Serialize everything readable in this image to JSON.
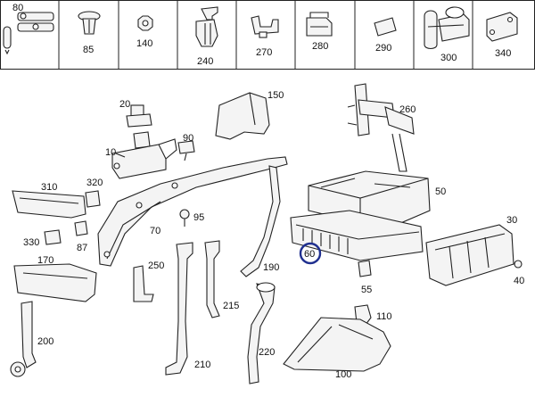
{
  "strip_items": [
    {
      "label": "80",
      "icon": "pipe-clip-strip-icon"
    },
    {
      "label": "85",
      "icon": "push-rivet-icon"
    },
    {
      "label": "140",
      "icon": "nut-icon"
    },
    {
      "label": "240",
      "icon": "expanding-clip-icon"
    },
    {
      "label": "270",
      "icon": "bracket-clip-icon"
    },
    {
      "label": "280",
      "icon": "edge-clip-icon"
    },
    {
      "label": "290",
      "icon": "foam-pad-icon"
    },
    {
      "label": "300",
      "icon": "seal-strip-icon"
    },
    {
      "label": "340",
      "icon": "cover-plate-icon"
    }
  ],
  "callouts": {
    "c20": "20",
    "c10": "10",
    "c90": "90",
    "c150": "150",
    "c260": "260",
    "c310": "310",
    "c320": "320",
    "c95": "95",
    "c50": "50",
    "c30": "30",
    "c330": "330",
    "c87": "87",
    "c70": "70",
    "c190": "190",
    "c60": "60",
    "c40": "40",
    "c55": "55",
    "c170": "170",
    "c250": "250",
    "c215": "215",
    "c110": "110",
    "c200": "200",
    "c210": "210",
    "c220": "220",
    "c100": "100"
  },
  "highlight": {
    "label": "60",
    "color": "#1f2f8f"
  }
}
